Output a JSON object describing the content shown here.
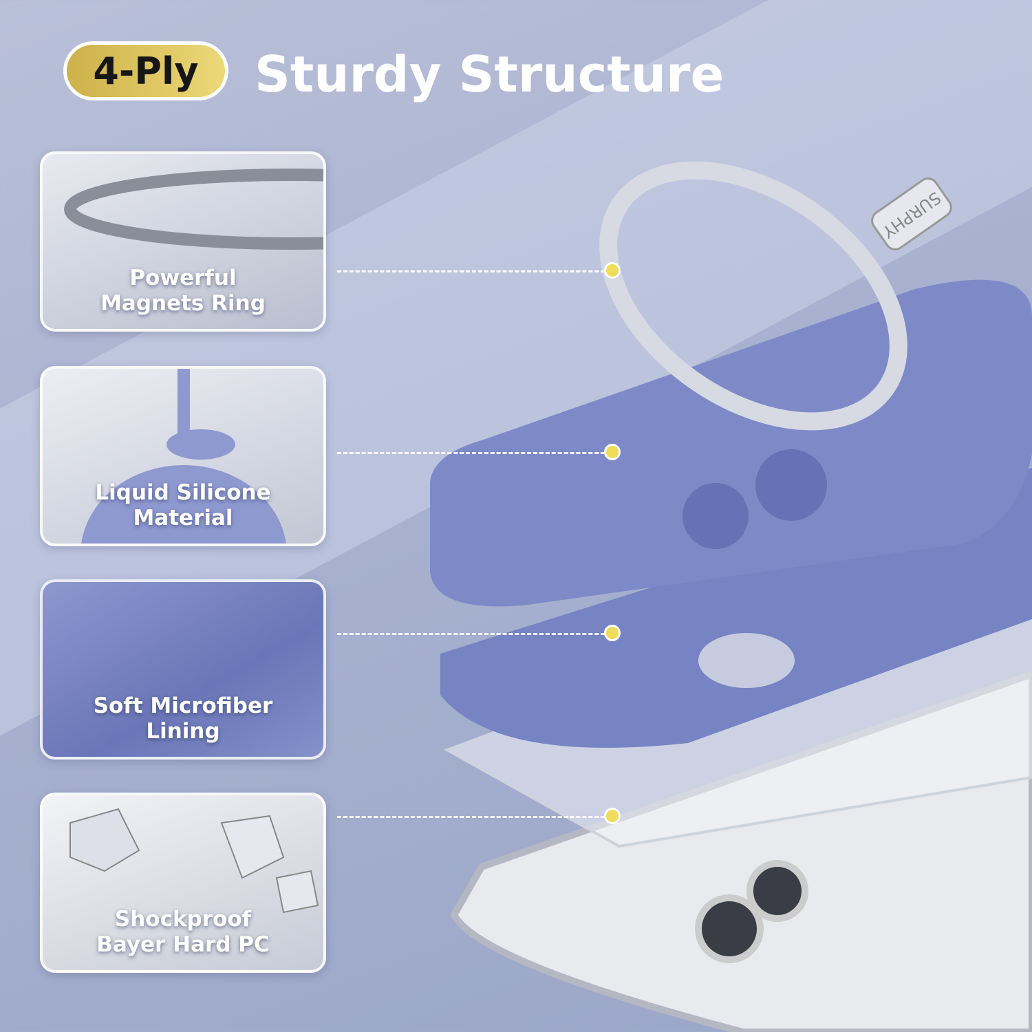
{
  "header": {
    "badge": "4-Ply",
    "title": "Sturdy Structure"
  },
  "layers": [
    {
      "label_line1": "Powerful",
      "label_line2": "Magnets Ring"
    },
    {
      "label_line1": "Liquid Silicone",
      "label_line2": "Material"
    },
    {
      "label_line1": "Soft Microfiber",
      "label_line2": "Lining"
    },
    {
      "label_line1": "Shockproof",
      "label_line2": "Bayer Hard PC"
    }
  ],
  "brand": "SURPHY",
  "colors": {
    "accent": "#f0dc5a",
    "case": "#7d89c6",
    "badge": "#e2cc65"
  }
}
